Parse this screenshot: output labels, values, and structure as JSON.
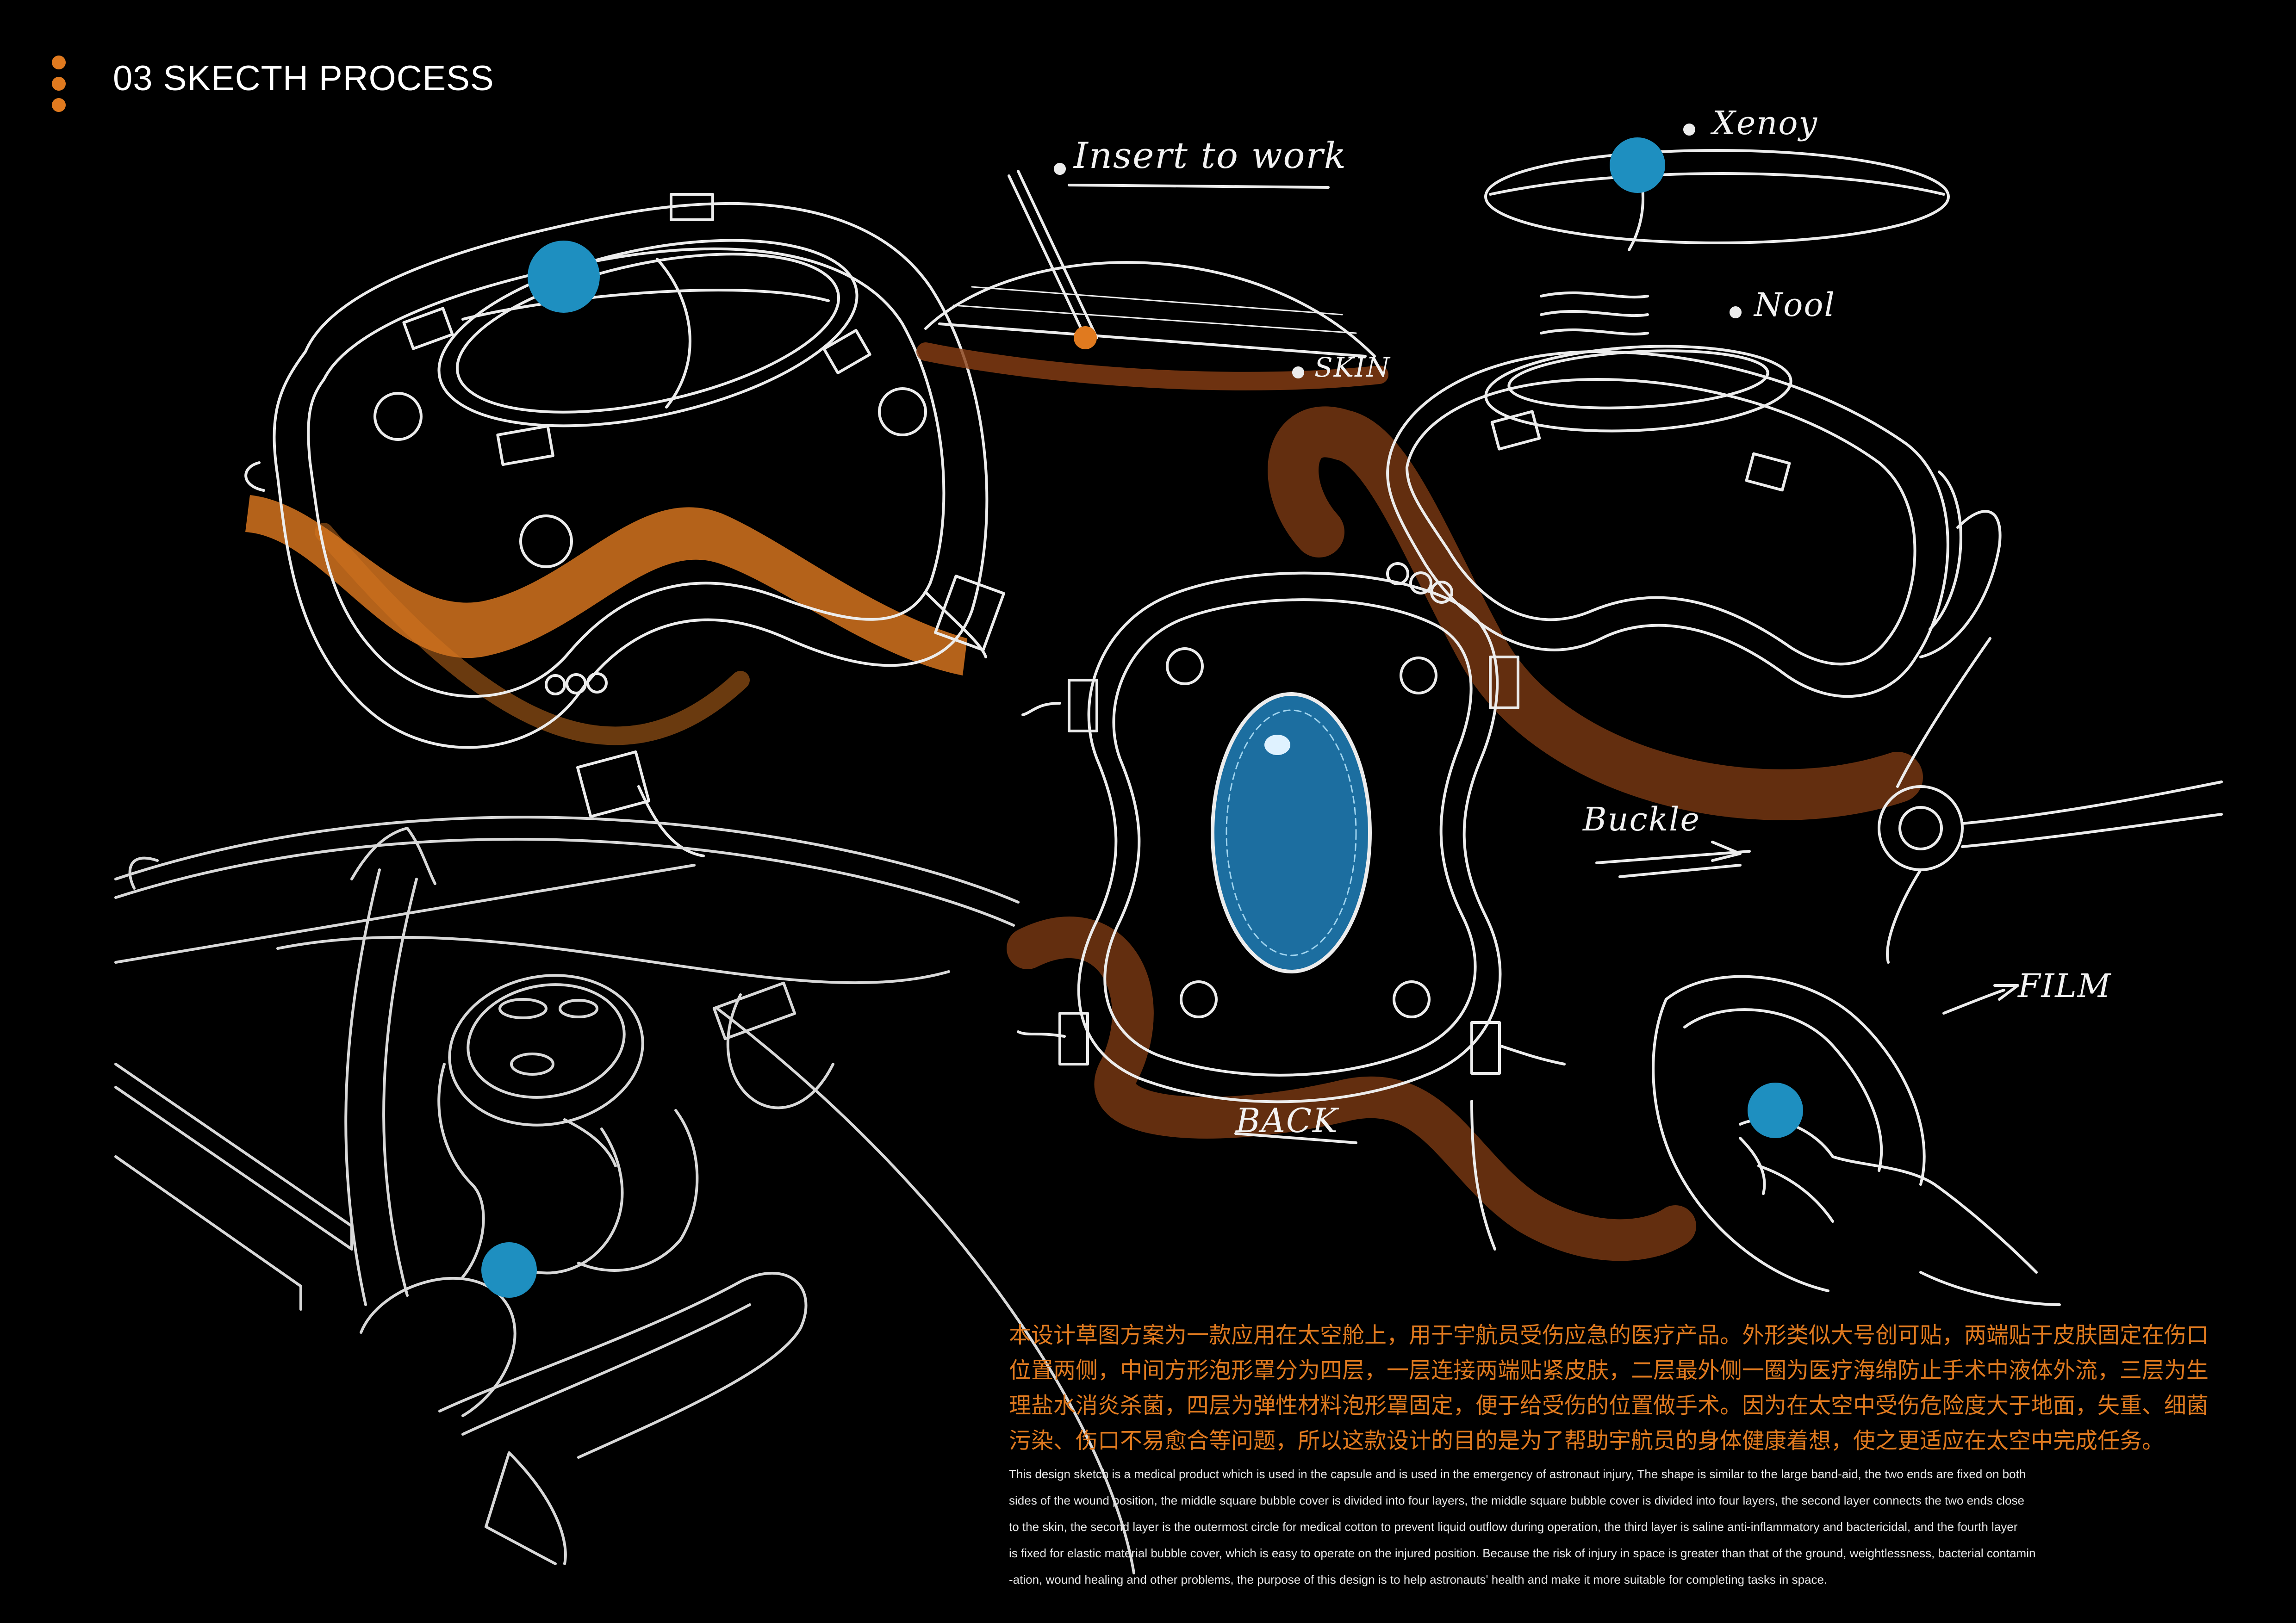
{
  "colors": {
    "accent_orange": "#e07a1f",
    "brown_band": "#6e3311",
    "marker_blue": "#1e8fc0",
    "sketch_line": "#ececec",
    "background": "#000000"
  },
  "header": {
    "title": "03 SKECTH PROCESS"
  },
  "annotations": {
    "insert": "Insert to work",
    "xenoy": "Xenoy",
    "nool": "Nool",
    "skin": "SKIN",
    "buckle": "Buckle",
    "film": "FILM",
    "back": "BACK"
  },
  "description": {
    "cn_lines": [
      "本设计草图方案为一款应用在太空舱上，用于宇航员受伤应急的医疗产品。外形类似大号创可贴，两端贴于皮肤固定在伤口",
      "位置两侧，中间方形泡形罩分为四层，一层连接两端贴紧皮肤，二层最外侧一圈为医疗海绵防止手术中液体外流，三层为生",
      "理盐水消炎杀菌，四层为弹性材料泡形罩固定，便于给受伤的位置做手术。因为在太空中受伤危险度大于地面，失重、细菌",
      "污染、伤口不易愈合等问题，所以这款设计的目的是为了帮助宇航员的身体健康着想，使之更适应在太空中完成任务。"
    ],
    "en_lines": [
      "This design sketch is a medical product which is used in the capsule and is used in the emergency of astronaut injury, The shape is similar to the large band-aid, the two ends are fixed on both",
      "sides of the wound position, the middle square bubble cover is divided into four layers, the middle square bubble cover is divided into four layers, the second layer connects the two ends close",
      "to the skin, the second layer is the outermost circle for medical cotton to prevent liquid outflow during operation, the third layer is saline anti-inflammatory and bactericidal, and the fourth layer",
      "is fixed for elastic material bubble cover, which is easy to operate on the injured position. Because the risk of injury in space is greater than that of the ground, weightlessness, bacterial contamin",
      "-ation, wound healing and other problems, the purpose of this design is to help astronauts' health and make it more suitable for completing tasks in space."
    ]
  }
}
